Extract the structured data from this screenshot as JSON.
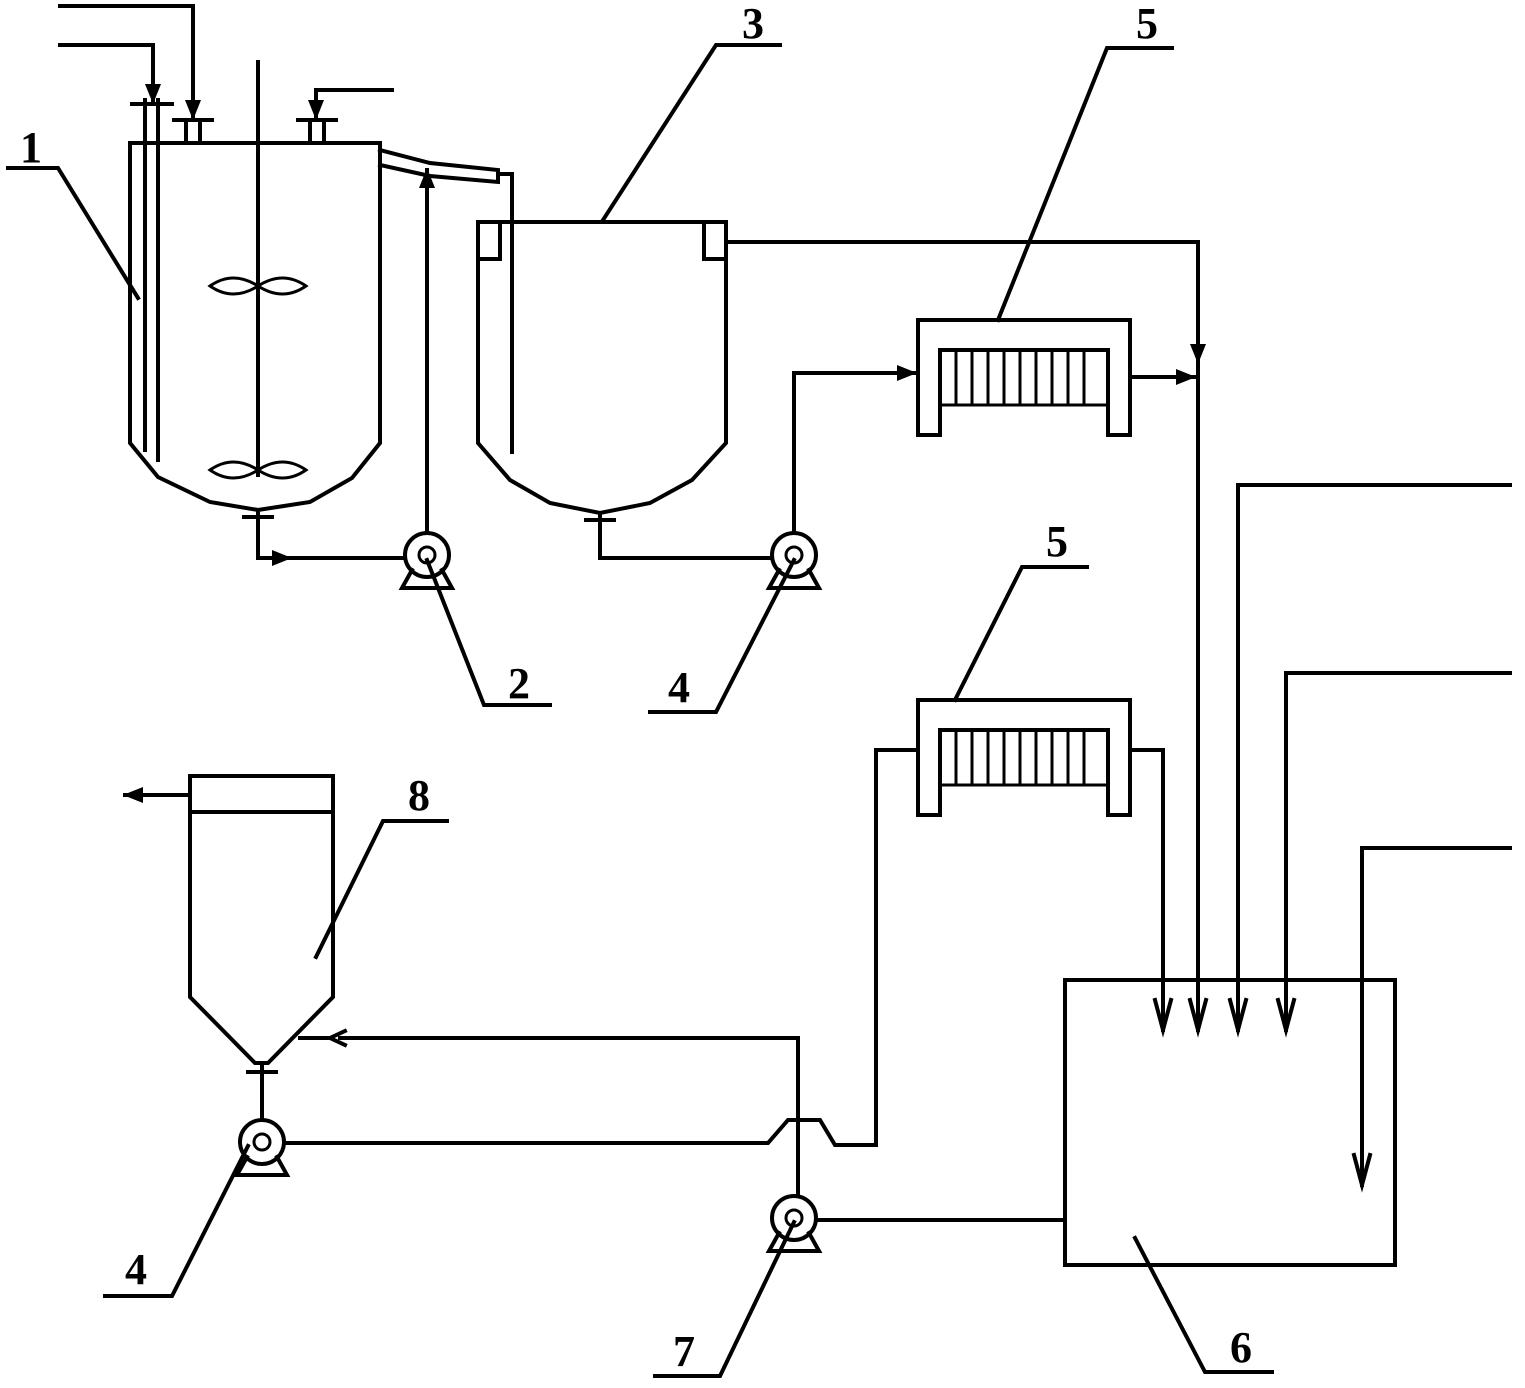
{
  "labels": {
    "reactor": "1",
    "transfer_pump": "2",
    "settling_tank": "3",
    "feed_pump_top": "4",
    "filter_press_top": "5",
    "filter_press_bottom": "5",
    "collection_tank": "6",
    "circulation_pump": "7",
    "hopper": "8",
    "feed_pump_bottom": "4"
  },
  "colors": {
    "stroke": "#000000",
    "background": "#ffffff"
  }
}
